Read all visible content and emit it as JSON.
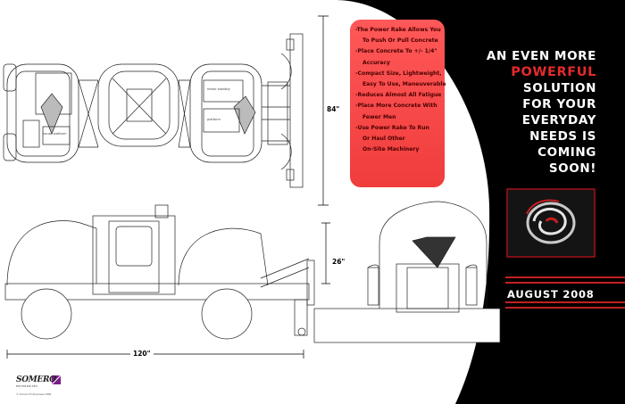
{
  "features": [
    {
      "text": "-The Power Rake Allows You",
      "indent": false
    },
    {
      "text": "To Push Or Pull Concrete",
      "indent": true
    },
    {
      "text": "-Place Concrete To +/- 1/4\"",
      "indent": false
    },
    {
      "text": "Accuracy",
      "indent": true
    },
    {
      "text": "-Compact Size, Lightweight,",
      "indent": false
    },
    {
      "text": "Easy To Use, Maneuverable",
      "indent": true
    },
    {
      "text": "-Reduces Almost All Fatigue",
      "indent": false
    },
    {
      "text": "-Place More Concrete With",
      "indent": false
    },
    {
      "text": "Fewer Men",
      "indent": true
    },
    {
      "text": "-Use Power Rake To Run",
      "indent": false
    },
    {
      "text": "Or Haul Other",
      "indent": true
    },
    {
      "text": "On-Site Machinery",
      "indent": true
    }
  ],
  "headline": {
    "line1": "AN EVEN MORE",
    "line2": "POWERFUL",
    "line3": "SOLUTION",
    "line4": "FOR YOUR",
    "line5": "EVERYDAY",
    "line6": "NEEDS IS",
    "line7": "COMING",
    "line8": "SOON!"
  },
  "date": "AUGUST 2008",
  "dimensions": {
    "top_width": "84\"",
    "side_height": "26\"",
    "side_length": "120\""
  },
  "drawing_labels": {
    "left_box": "house platform",
    "right_top": "motor standby",
    "right_mid": "platform"
  },
  "brand": {
    "name": "SOMERO",
    "sub": "ENTERPRISES",
    "copyright": "© Somero Enterprises 2008"
  },
  "colors": {
    "accent_red": "#e32b2b",
    "callout_bg": "#f04848",
    "dark_bg": "#000000"
  }
}
